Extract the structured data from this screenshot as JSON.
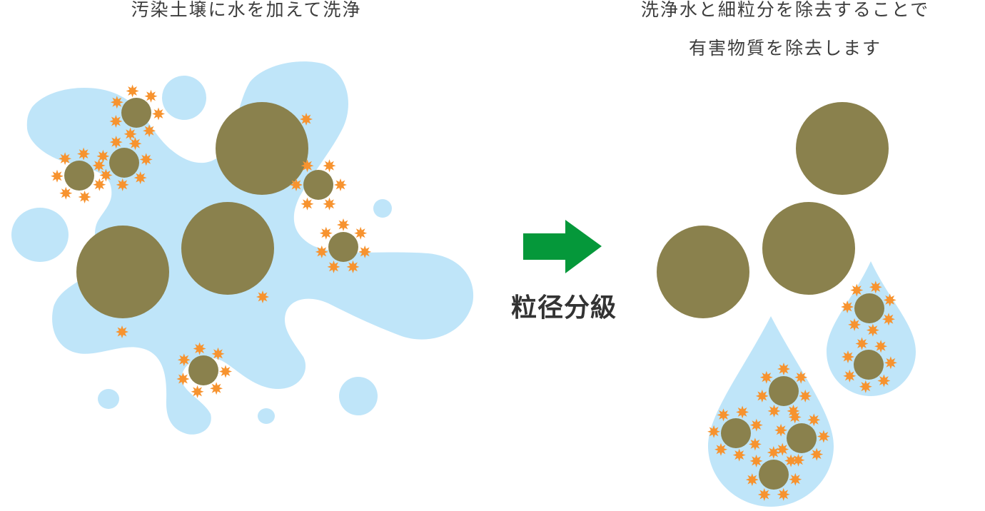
{
  "captions": {
    "left": "汚染土壌に水を加えて洗浄",
    "right_line1": "洗浄水と細粒分を除去することで",
    "right_line2": "有害物質を除去します"
  },
  "process_label": "粒径分級",
  "colors": {
    "water": "#bfe5f9",
    "soil": "#8a814d",
    "contaminant": "#f7932f",
    "arrow": "#05983a",
    "text": "#3d3d3d"
  },
  "icons": {
    "arrow": "right-arrow-icon",
    "contaminant": "starburst-icon"
  }
}
